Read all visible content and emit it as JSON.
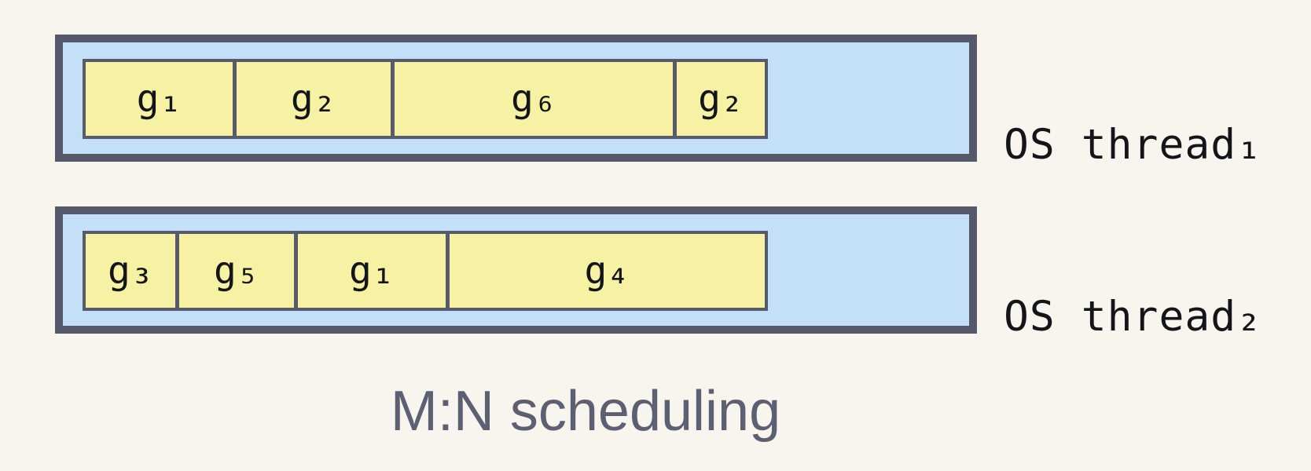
{
  "caption": "M:N scheduling",
  "threads": [
    {
      "label": "OS thread₁",
      "goroutines": [
        {
          "label": "g₁"
        },
        {
          "label": "g₂"
        },
        {
          "label": "g₆"
        },
        {
          "label": "g₂"
        }
      ]
    },
    {
      "label": "OS thread₂",
      "goroutines": [
        {
          "label": "g₃"
        },
        {
          "label": "g₅"
        },
        {
          "label": "g₁"
        },
        {
          "label": "g₄"
        }
      ]
    }
  ],
  "colors": {
    "background": "#f8f4ee",
    "thread_fill": "#c4e0f8",
    "goroutine_fill": "#f6f1a3",
    "border": "#54586a",
    "caption_text": "#5d6073",
    "label_text": "#14151a"
  }
}
